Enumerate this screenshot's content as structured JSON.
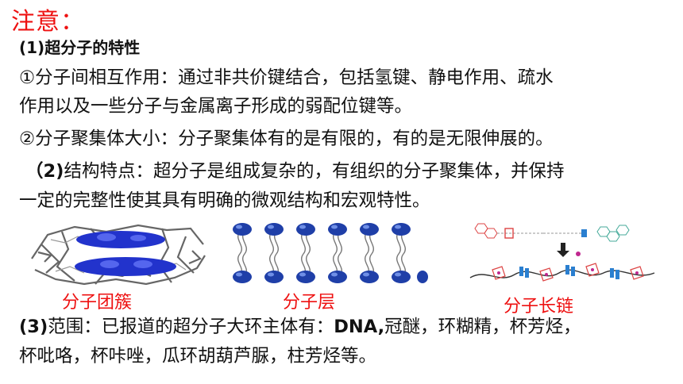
{
  "title": "注意：",
  "section1_label": "(1)超分子的特性",
  "lines": {
    "l1": "①分子间相互作用：通过非共价键结合，包括氢键、静电作用、疏水",
    "l2": "作用以及一些分子与金属离子形成的弱配位键等。",
    "l3": "②分子聚集体大小：分子聚集体有的是有限的，有的是无限伸展的。",
    "l4_prefix": "（2)",
    "l4_text": "结构特点：超分子是组成复杂的，有组织的分子聚集体，并保持",
    "l5": "一定的完整性使其具有明确的微观结构和宏观特性。",
    "l6_prefix": "(3)",
    "l6_text": "范围：已报道的超分子大环主体有：",
    "l6_dna": "DNA,",
    "l6_rest": "冠醚，环糊精，杯芳烃，",
    "l7": "杯吡咯，杯咔唑，瓜环胡葫芦脲，柱芳烃等。"
  },
  "figures": {
    "cluster_caption": "分子团簇",
    "layer_caption": "分子层",
    "chain_caption": "分子长链"
  },
  "colors": {
    "accent_red": "#ee1111",
    "molecule_blue": "#2233cc",
    "bond_gray": "#666666"
  }
}
